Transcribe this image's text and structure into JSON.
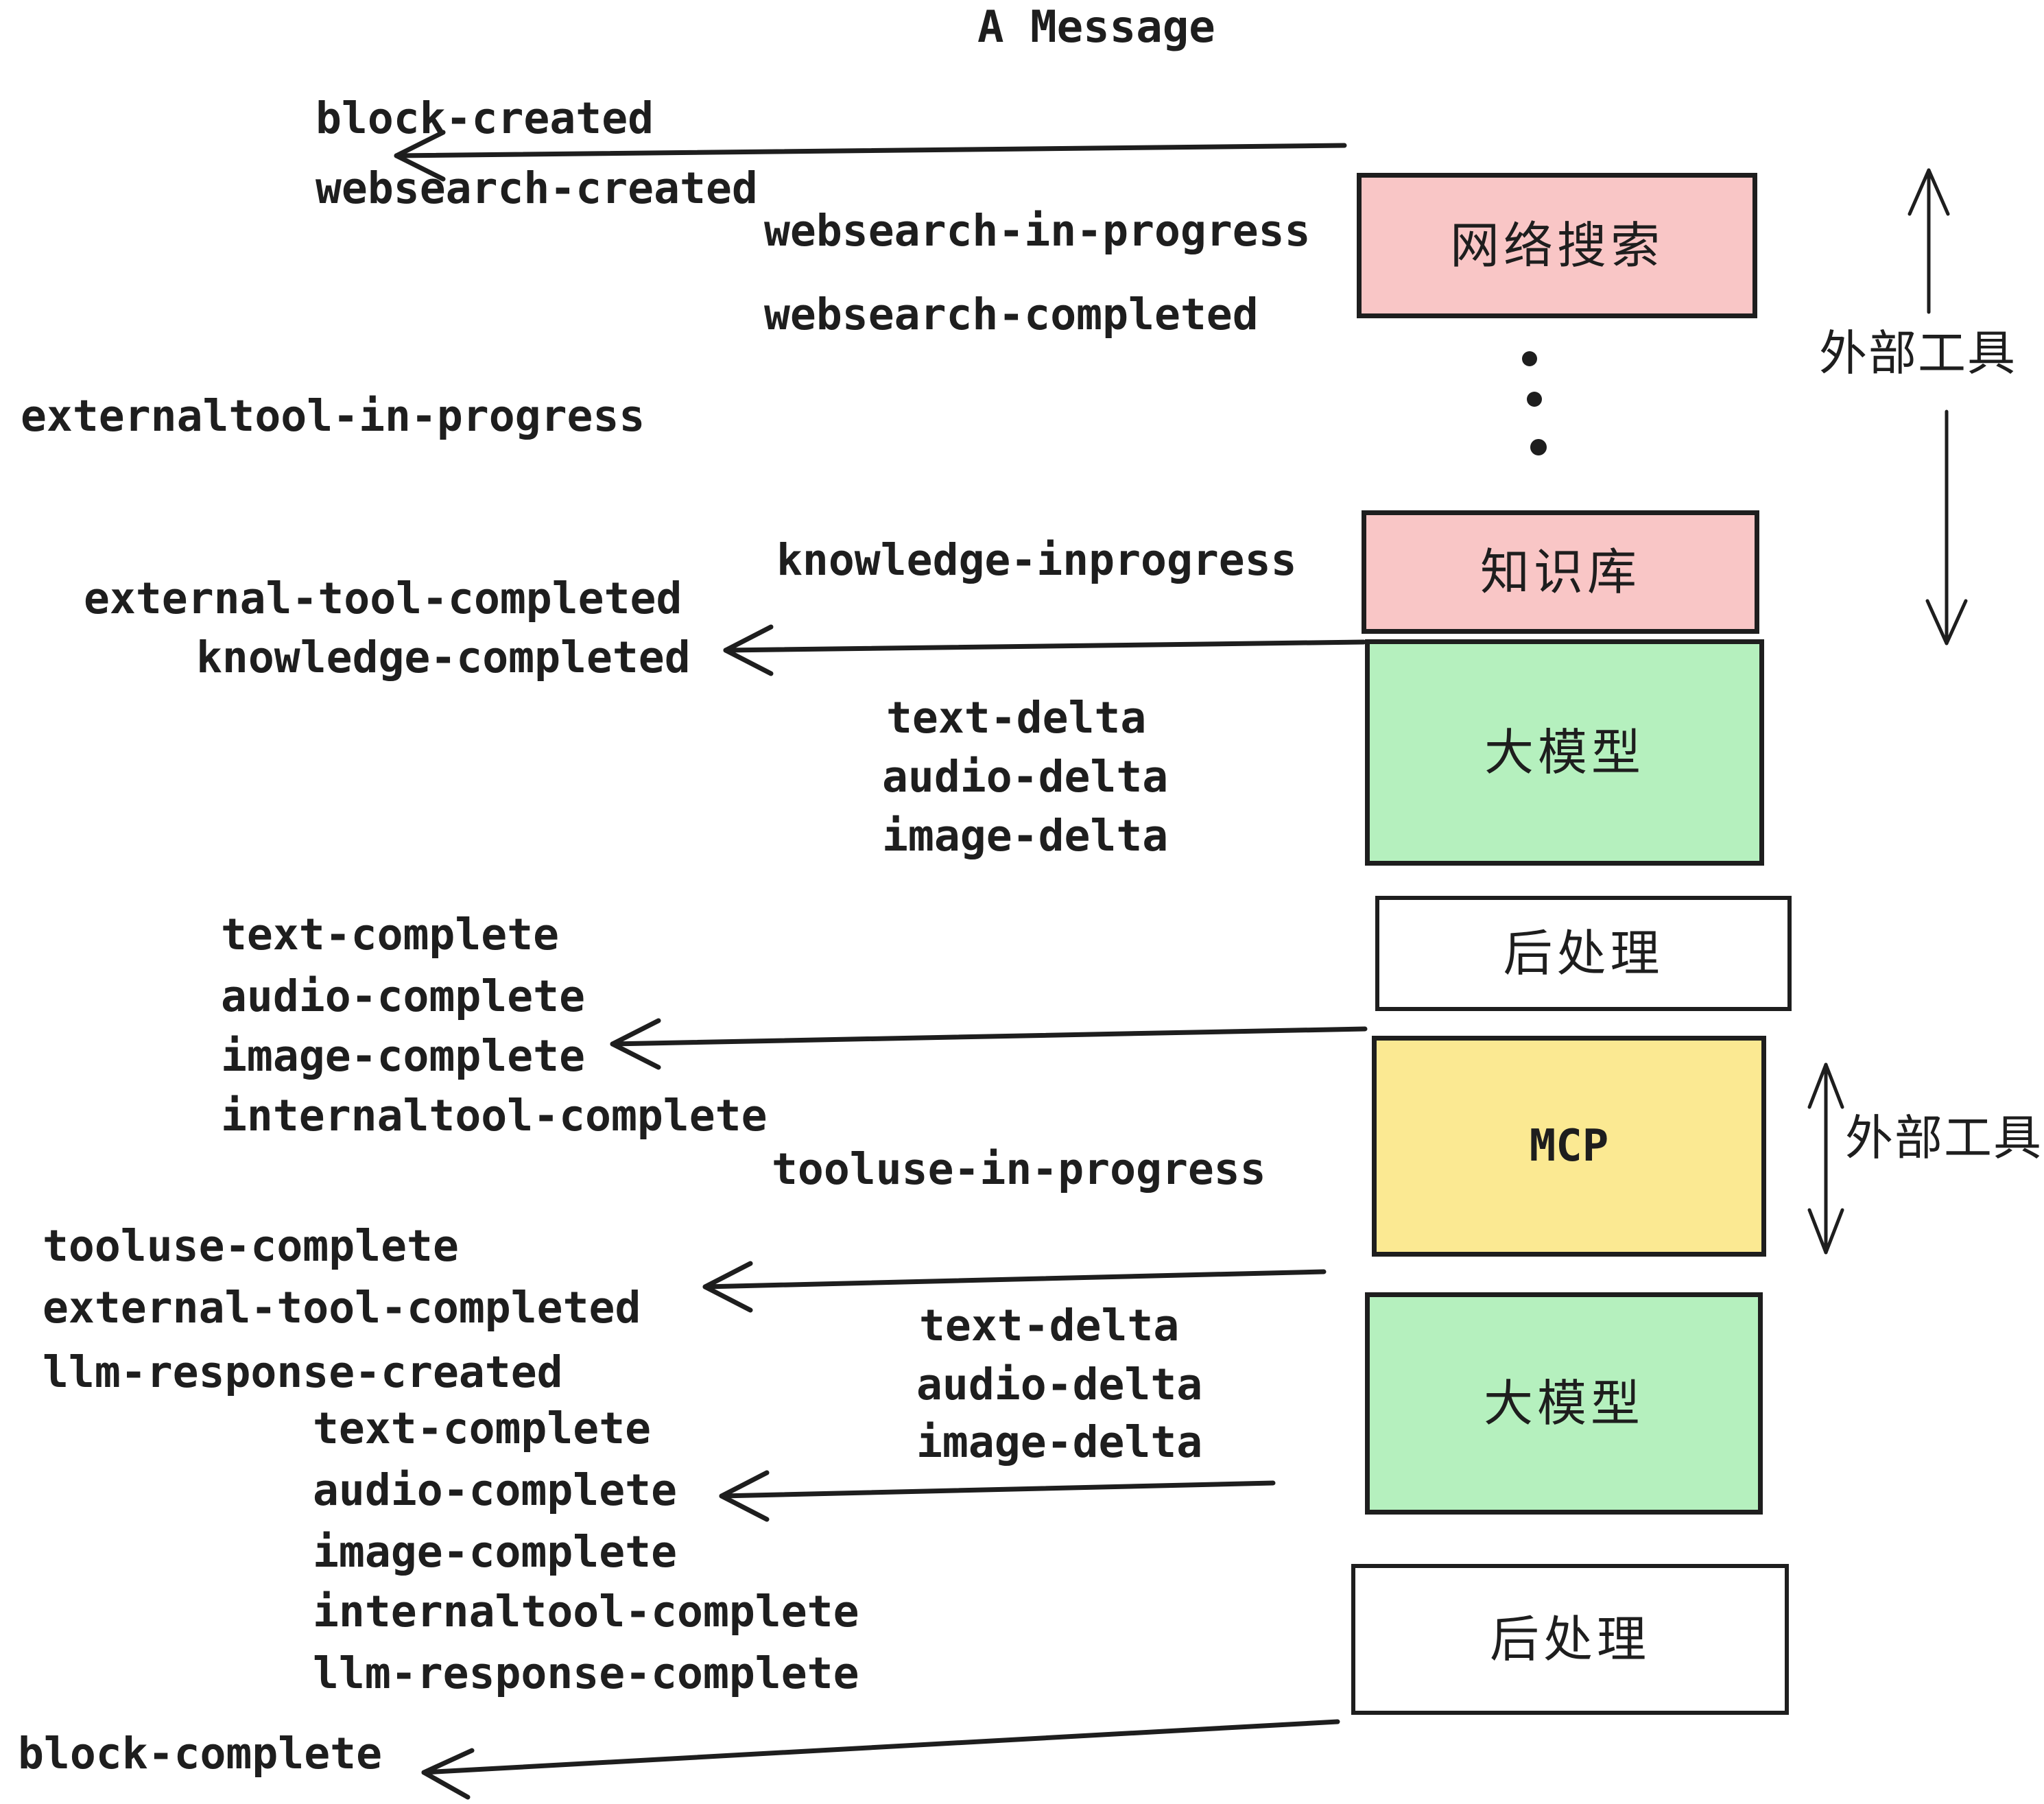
{
  "title": "A Message",
  "colors": {
    "ink": "#1e1e1e",
    "pink": "#f9c6c6",
    "green": "#b5f0be",
    "yellow": "#fbe992",
    "white": "#ffffff"
  },
  "boxes": [
    {
      "name": "websearch-box",
      "label": "网络搜索",
      "fill": "#f9c6c6"
    },
    {
      "name": "knowledge-box",
      "label": "知识库",
      "fill": "#f9c6c6"
    },
    {
      "name": "llm-box-1",
      "label": "大模型",
      "fill": "#b5f0be"
    },
    {
      "name": "postprocess-box-1",
      "label": "后处理",
      "fill": "#ffffff"
    },
    {
      "name": "mcp-box",
      "label": "MCP",
      "fill": "#fbe992"
    },
    {
      "name": "llm-box-2",
      "label": "大模型",
      "fill": "#b5f0be"
    },
    {
      "name": "postprocess-box-2",
      "label": "后处理",
      "fill": "#ffffff"
    }
  ],
  "events": {
    "block_created": "block-created",
    "websearch_created": "websearch-created",
    "websearch_in_progress": "websearch-in-progress",
    "websearch_completed": "websearch-completed",
    "externaltool_in_progress": "externaltool-in-progress",
    "knowledge_inprogress": "knowledge-inprogress",
    "external_tool_completed_1": "external-tool-completed",
    "knowledge_completed": "knowledge-completed",
    "text_delta_1": "text-delta",
    "audio_delta_1": "audio-delta",
    "image_delta_1": "image-delta",
    "text_complete_1": "text-complete",
    "audio_complete_1": "audio-complete",
    "image_complete_1": "image-complete",
    "internaltool_complete_1": "internaltool-complete",
    "tooluse_in_progress": "tooluse-in-progress",
    "tooluse_complete": "tooluse-complete",
    "external_tool_completed_2": "external-tool-completed",
    "llm_response_created": "llm-response-created",
    "text_delta_2": "text-delta",
    "audio_delta_2": "audio-delta",
    "image_delta_2": "image-delta",
    "text_complete_2": "text-complete",
    "audio_complete_2": "audio-complete",
    "image_complete_2": "image-complete",
    "internaltool_complete_2": "internaltool-complete",
    "llm_response_complete": "llm-response-complete",
    "block_complete": "block-complete"
  },
  "side_labels": {
    "external_tools_top": "外部工具",
    "external_tools_mcp": "外部工具"
  }
}
